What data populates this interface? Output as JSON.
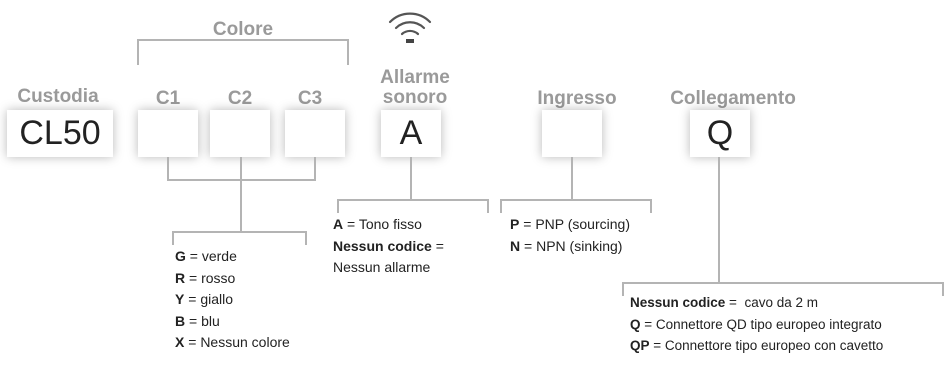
{
  "headers": {
    "custodia": "Custodia",
    "colore": "Colore",
    "c1": "C1",
    "c2": "C2",
    "c3": "C3",
    "allarme_line1": "Allarme",
    "allarme_line2": "sonoro",
    "ingresso": "Ingresso",
    "collegamento": "Collegamento"
  },
  "boxes": {
    "custodia": "CL50",
    "c1": "",
    "c2": "",
    "c3": "",
    "allarme": "A",
    "ingresso": "",
    "collegamento": "Q"
  },
  "legend_colore": [
    {
      "code": "G",
      "sep": " = ",
      "desc": "verde"
    },
    {
      "code": "R",
      "sep": " = ",
      "desc": "rosso"
    },
    {
      "code": "Y",
      "sep": " = ",
      "desc": "giallo"
    },
    {
      "code": "B",
      "sep": " = ",
      "desc": "blu"
    },
    {
      "code": "X",
      "sep": " = ",
      "desc": "Nessun colore"
    }
  ],
  "legend_allarme": {
    "code1": "A",
    "sep1": " = ",
    "desc1": "Tono fisso",
    "code2": "Nessun codice",
    "sep2": " = ",
    "desc2": "Nessun allarme"
  },
  "legend_ingresso": [
    {
      "code": "P",
      "sep": " = ",
      "desc": "PNP (sourcing)"
    },
    {
      "code": "N",
      "sep": " = ",
      "desc": "NPN (sinking)"
    }
  ],
  "legend_collegamento": [
    {
      "code": "Nessun codice",
      "sep": " =  ",
      "desc": "cavo da 2 m"
    },
    {
      "code": "Q",
      "sep": " = ",
      "desc": "Connettore QD tipo europeo integrato"
    },
    {
      "code": "QP",
      "sep": " = ",
      "desc": "Connettore tipo europeo con cavetto"
    }
  ],
  "icon": "wireless-sound-icon"
}
